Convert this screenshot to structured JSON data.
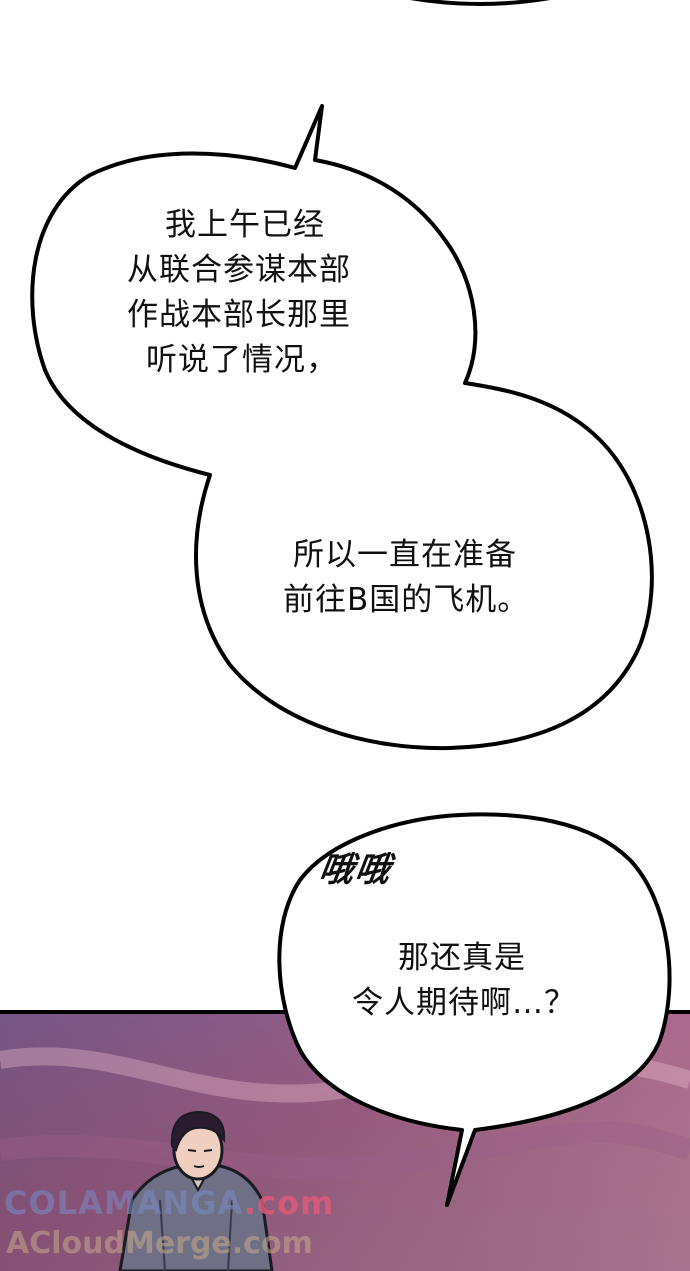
{
  "bubble_top": {
    "part1_lines": [
      "我上午已经",
      "从联合参谋本部",
      "作战本部长那里",
      "听说了情况，"
    ],
    "part2_lines": [
      "所以一直在准备",
      "前往B国的飞机。"
    ]
  },
  "sound_effect": "哦哦",
  "bubble_bottom": {
    "lines": [
      "那还真是",
      "令人期待啊…？"
    ]
  },
  "watermark": {
    "line1_a": "COLAMANGA",
    "line1_b": ".com",
    "line2": "ACloudMerge.com"
  },
  "colors": {
    "background": "#ffffff",
    "panel_pink": "#c86a8e",
    "panel_purple": "#6a4a7a",
    "outline": "#000000"
  }
}
